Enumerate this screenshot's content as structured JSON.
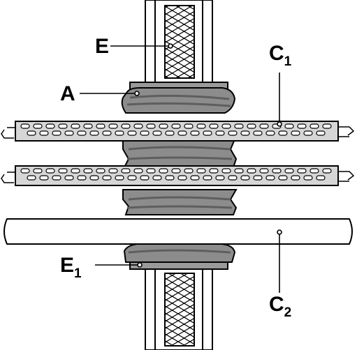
{
  "labels": {
    "E": {
      "main": "E"
    },
    "C1": {
      "main": "C",
      "sub": "1"
    },
    "A": {
      "main": "A"
    },
    "E1": {
      "main": "E",
      "sub": "1"
    },
    "C2": {
      "main": "C",
      "sub": "2"
    }
  },
  "colors": {
    "outline": "#000000",
    "sealant_fill": "#8c8c8c",
    "sealant_stripe": "#5e5e5e",
    "tray_fill": "#d6d6d6",
    "pipe_fill": "#ffffff",
    "wall_board": "#ffffff"
  },
  "icons": {
    "insulation": "zigzag-insulation-pattern",
    "leader_end": "small-circle-marker"
  }
}
